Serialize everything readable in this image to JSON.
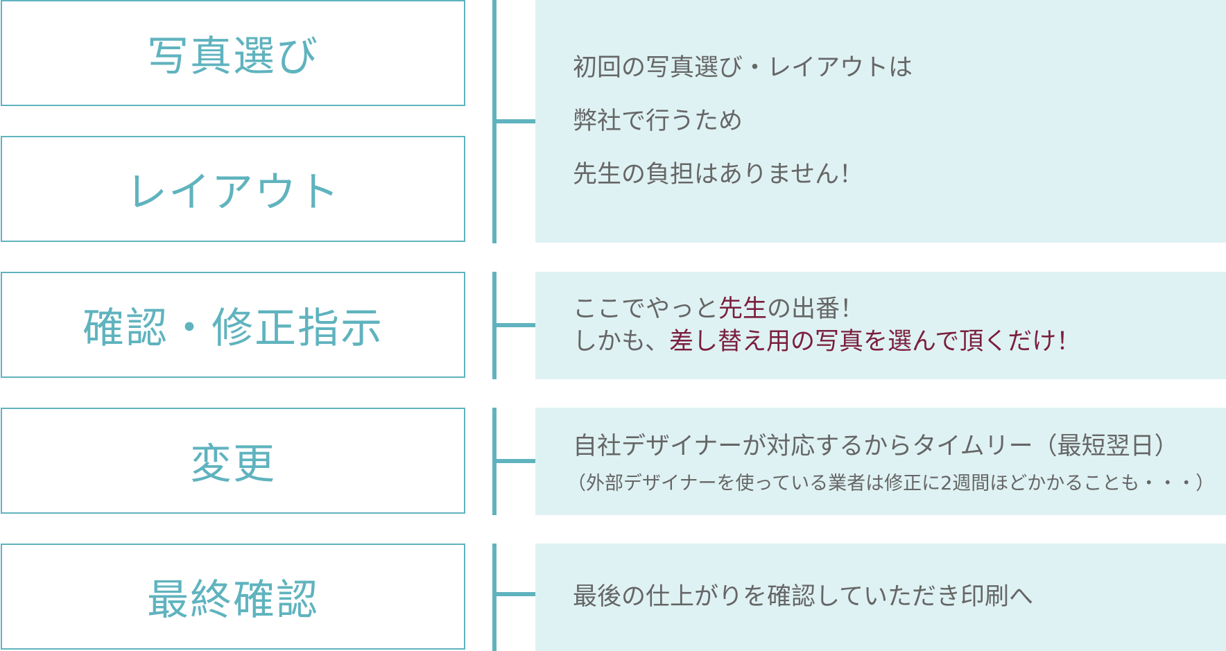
{
  "steps": [
    {
      "label": "写真選び"
    },
    {
      "label": "レイアウト"
    },
    {
      "label": "確認・修正指示"
    },
    {
      "label": "変更"
    },
    {
      "label": "最終確認"
    }
  ],
  "panels": {
    "photo_layout": {
      "line1": "初回の写真選び・レイアウトは",
      "line2": "弊社で行うため",
      "line3": "先生の負担はありません！"
    },
    "check": {
      "line1_a": "ここでやっと",
      "line1_hl": "先生",
      "line1_b": "の出番！",
      "line2_a": "しかも、",
      "line2_hl": "差し替え用の写真を選んで頂くだけ！"
    },
    "change": {
      "line1": "自社デザイナーが対応するからタイムリー（最短翌日）",
      "line2": "（外部デザイナーを使っている業者は修正に2週間ほどかかることも・・・）"
    },
    "final": {
      "line1": "最後の仕上がりを確認していただき印刷へ"
    }
  },
  "colors": {
    "accent": "#5fb3be",
    "panel_bg": "#dff2f3",
    "body_text": "#666666",
    "highlight_text": "#7a1f3d"
  }
}
